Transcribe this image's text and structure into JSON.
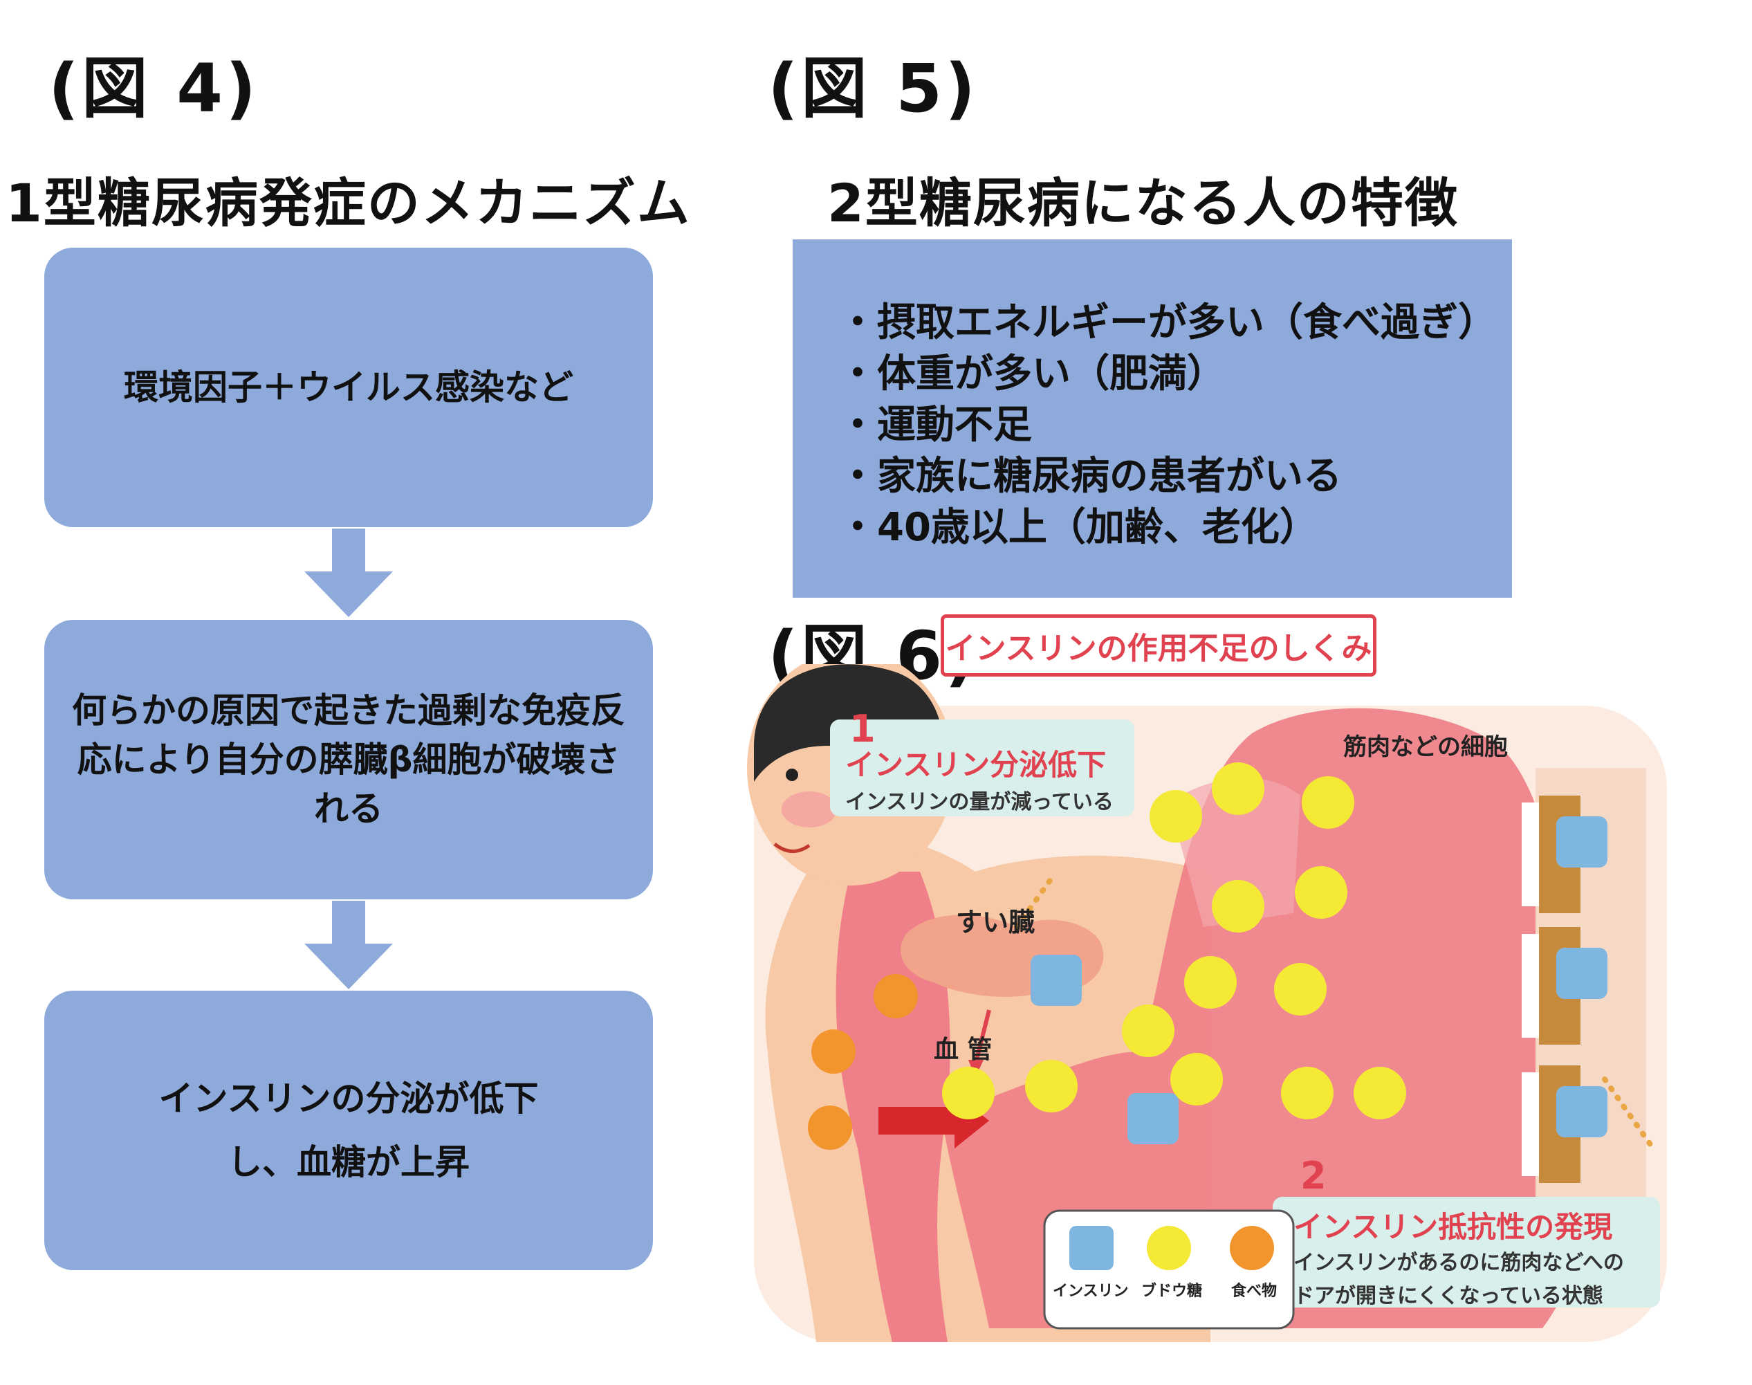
{
  "fig4": {
    "label": "(図 4)",
    "title": "1型糖尿病発症のメカニズム",
    "steps": [
      "環境因子＋ウイルス感染など",
      "何らかの原因で起きた過剰な免疫反応により自分の膵臓β細胞が破壊される",
      "インスリンの分泌が低下し、血糖が上昇"
    ]
  },
  "fig5": {
    "label": "(図 5)",
    "title": "2型糖尿病になる人の特徴",
    "items": [
      "・摂取エネルギーが多い（食べ過ぎ）",
      "・体重が多い（肥満）",
      "・運動不足",
      "・家族に糖尿病の患者がいる",
      "・40歳以上（加齢、老化）"
    ]
  },
  "fig6": {
    "label": "(図 6)",
    "title": "インスリンの作用不足のしくみ",
    "point1": {
      "num": "1",
      "heading": "インスリン分泌低下",
      "desc": "インスリンの量が減っている"
    },
    "point2": {
      "num": "2",
      "heading": "インスリン抵抗性の発現",
      "desc1": "インスリンがあるのに筋肉などへの",
      "desc2": "ドアが開きにくくなっている状態"
    },
    "pancreas": "すい臓",
    "vessel": "血 管",
    "muscle": "筋肉などの細胞",
    "legend": [
      "インスリン",
      "ブドウ糖",
      "食べ物"
    ],
    "colors": {
      "insulin": "#7fb6e0",
      "glucose": "#f4ea35",
      "food": "#f3952d",
      "vessel": "#ef7f88",
      "skin": "#f8c9a6",
      "accent": "#e0424f"
    }
  }
}
